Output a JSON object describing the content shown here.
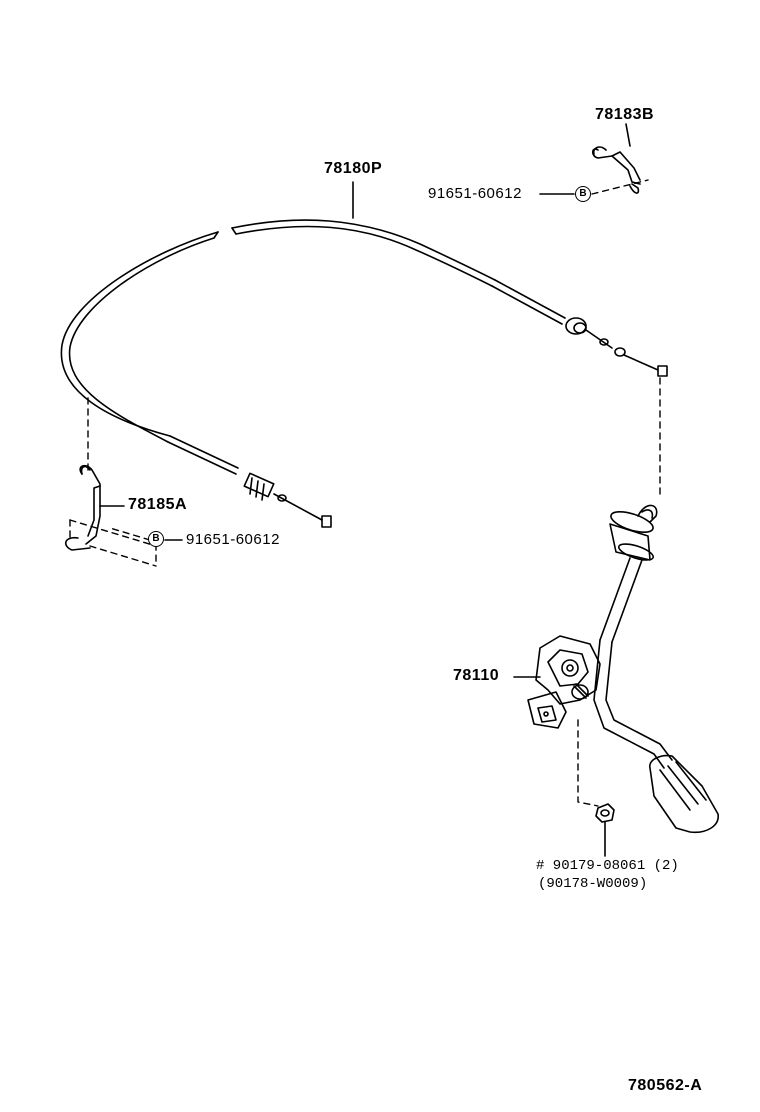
{
  "parts": {
    "cable": "78180P",
    "upper_clip": "78183B",
    "upper_clip_bolt": "91651-60612",
    "lower_clip": "78185A",
    "lower_clip_bolt": "91651-60612",
    "pedal_assy": "78110",
    "nut_line1": "# 90179-08061 (2)",
    "nut_line2": "(90178-W0009)"
  },
  "badges": {
    "upper": "B",
    "lower": "B"
  },
  "figure_id": "780562-A"
}
